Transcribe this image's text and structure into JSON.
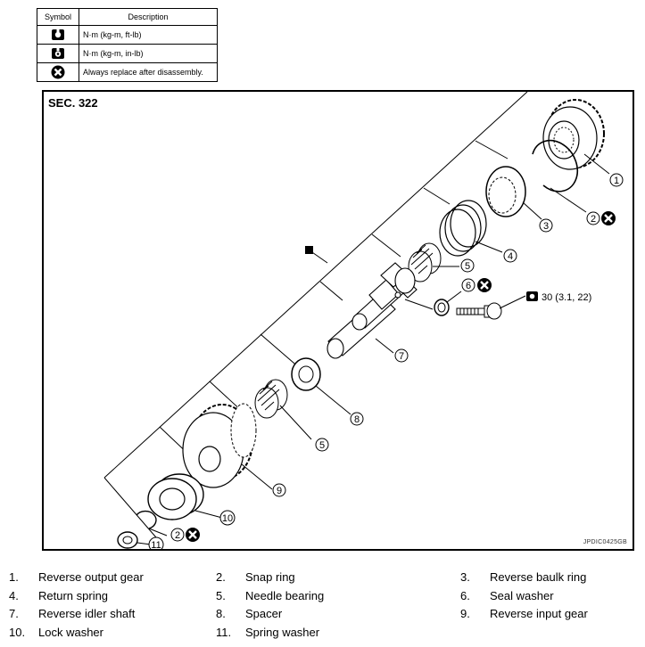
{
  "legend": {
    "header_symbol": "Symbol",
    "header_description": "Description",
    "rows": [
      {
        "icon": "torque-wrench-icon",
        "description": "N·m (kg-m, ft-lb)"
      },
      {
        "icon": "torque-wrench-small-icon",
        "description": "N·m (kg-m, in-lb)"
      },
      {
        "icon": "replace-x-icon",
        "description": "Always replace after disassembly."
      }
    ]
  },
  "diagram": {
    "section": "SEC. 322",
    "figure_code": "JPDIC0425GB",
    "torque_value": "30 (3.1, 22)",
    "callouts": [
      "1",
      "2",
      "3",
      "4",
      "5",
      "6",
      "7",
      "8",
      "5",
      "9",
      "10",
      "11",
      "2"
    ]
  },
  "parts": [
    {
      "num": "1.",
      "name": "Reverse output gear"
    },
    {
      "num": "2.",
      "name": "Snap ring"
    },
    {
      "num": "3.",
      "name": "Reverse baulk ring"
    },
    {
      "num": "4.",
      "name": "Return spring"
    },
    {
      "num": "5.",
      "name": "Needle bearing"
    },
    {
      "num": "6.",
      "name": "Seal washer"
    },
    {
      "num": "7.",
      "name": "Reverse idler shaft"
    },
    {
      "num": "8.",
      "name": "Spacer"
    },
    {
      "num": "9.",
      "name": "Reverse input gear"
    },
    {
      "num": "10.",
      "name": "Lock washer"
    },
    {
      "num": "11.",
      "name": "Spring washer"
    }
  ]
}
